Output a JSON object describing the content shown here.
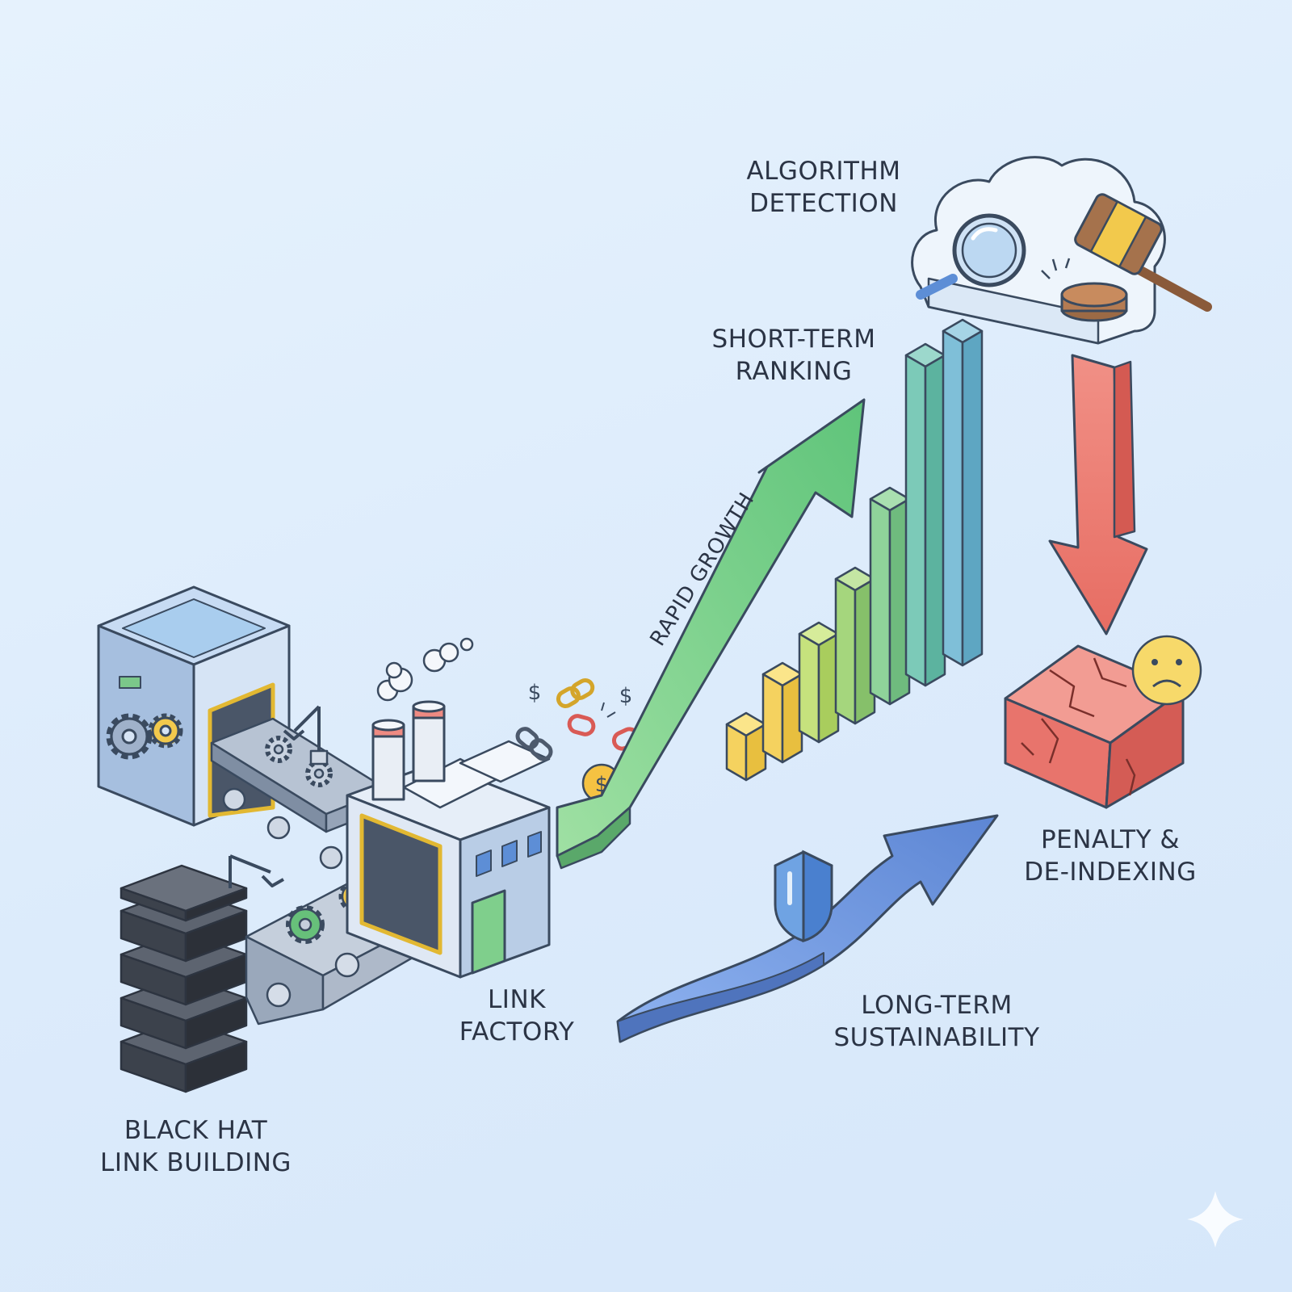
{
  "labels": {
    "black_hat": [
      "BLACK HAT",
      "LINK BUILDING"
    ],
    "link_factory": [
      "LINK",
      "FACTORY"
    ],
    "rapid_growth": "RAPID GROWTH",
    "short_term": [
      "SHORT-TERM",
      "RANKING"
    ],
    "algorithm": [
      "ALGORITHM",
      "DETECTION"
    ],
    "penalty": [
      "PENALTY &",
      "DE-INDEXING"
    ],
    "long_term": [
      "LONG-TERM",
      "SUSTAINABILITY"
    ]
  },
  "icons": {
    "currency": "$"
  },
  "colors": {
    "background": "#dfeefc",
    "outline": "#3a4a5f",
    "growth_arrow": "#86d38f",
    "penalty_arrow": "#ec7d72",
    "sustain_arrow": "#6f95db",
    "penalty_block": "#e8746c",
    "coin": "#f5c242",
    "bar_yellow": "#f5d25f",
    "bar_green": "#a5d67d",
    "bar_teal": "#6dbfb4"
  }
}
